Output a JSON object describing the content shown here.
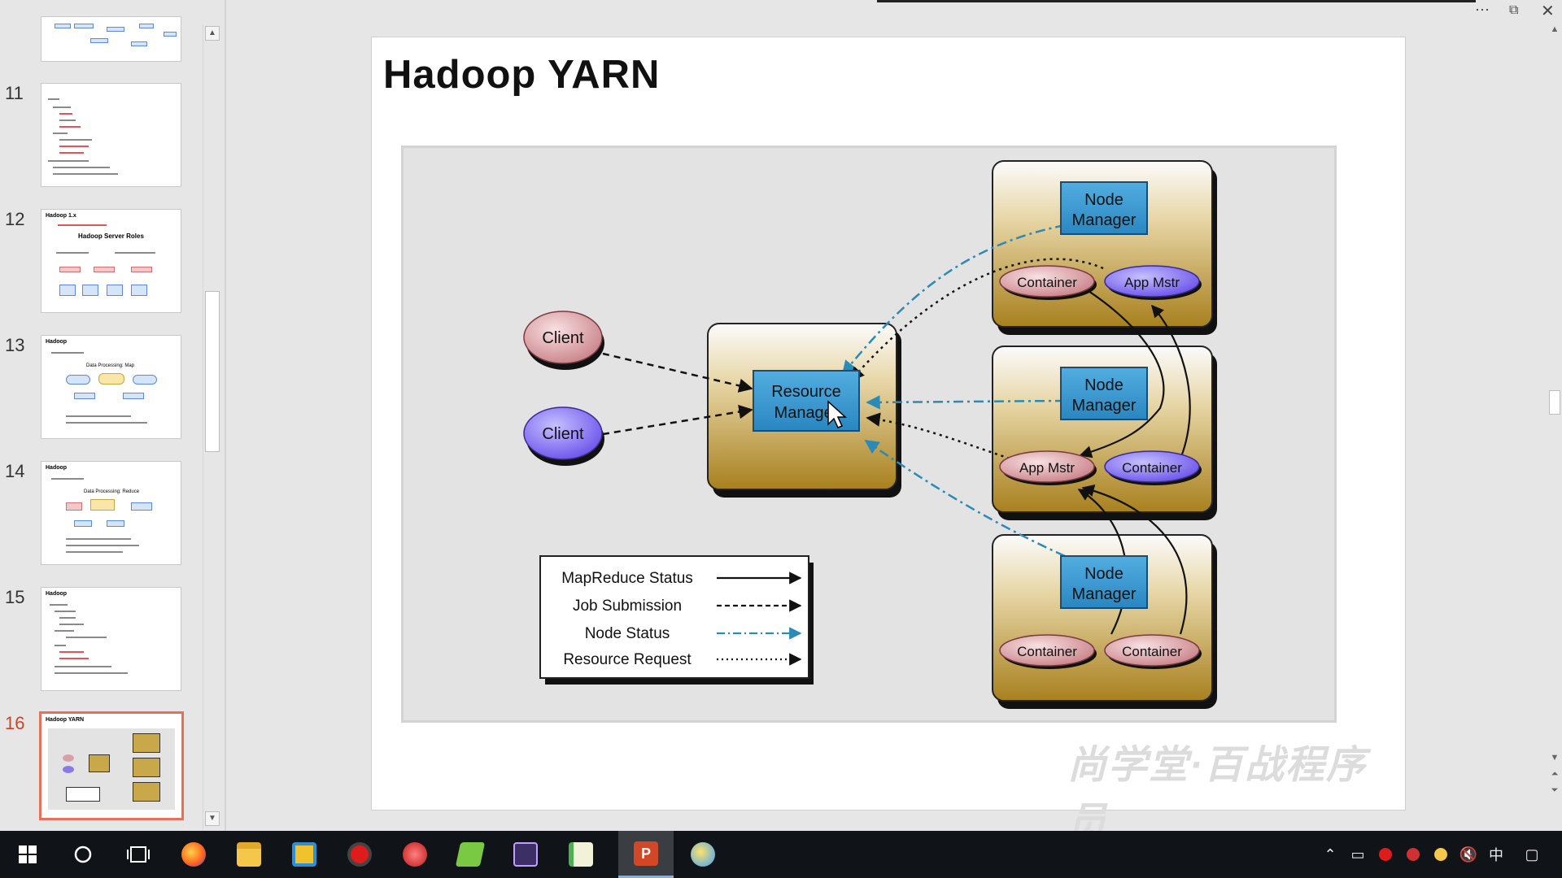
{
  "app": {
    "title": "Hadoop YARN",
    "accent": "#c4472b"
  },
  "thumbnails": [
    {
      "num": "",
      "title": "",
      "active": false
    },
    {
      "num": "11",
      "title": "",
      "active": false
    },
    {
      "num": "12",
      "title": "Hadoop 1.x",
      "subtitle": "Hadoop Server Roles",
      "active": false
    },
    {
      "num": "13",
      "title": "Hadoop",
      "subtitle": "Data Processing: Map",
      "active": false
    },
    {
      "num": "14",
      "title": "Hadoop",
      "subtitle": "Data Processing: Reduce",
      "active": false
    },
    {
      "num": "15",
      "title": "Hadoop",
      "active": false
    },
    {
      "num": "16",
      "title": "Hadoop YARN",
      "active": true
    }
  ],
  "slide": {
    "title": "Hadoop  YARN",
    "watermark": "尚学堂·百战程序员",
    "diagram": {
      "clients": [
        {
          "label": "Client",
          "color": "pink"
        },
        {
          "label": "Client",
          "color": "purple"
        }
      ],
      "resource_manager": {
        "line1": "Resource",
        "line2": "Manager"
      },
      "node_managers": [
        {
          "line1": "Node",
          "line2": "Manager",
          "slots": [
            "Container",
            "App Mstr"
          ]
        },
        {
          "line1": "Node",
          "line2": "Manager",
          "slots": [
            "App Mstr",
            "Container"
          ]
        },
        {
          "line1": "Node",
          "line2": "Manager",
          "slots": [
            "Container",
            "Container"
          ]
        }
      ],
      "legend": [
        {
          "label": "MapReduce Status",
          "style": "solid"
        },
        {
          "label": "Job Submission",
          "style": "dashed"
        },
        {
          "label": "Node Status",
          "style": "dashdot"
        },
        {
          "label": "Resource Request",
          "style": "dotted"
        }
      ]
    }
  },
  "taskbar": {
    "items": [
      "start-icon",
      "cortana-icon",
      "task-view-icon",
      "firefox-icon",
      "file-explorer-icon",
      "store-icon",
      "recorder-icon",
      "app-red-icon",
      "app-green-icon",
      "ide-icon",
      "notepad-icon",
      "powerpoint-icon",
      "chat-icon"
    ],
    "tray": [
      "chevron-up-icon",
      "battery-icon",
      "record-icon",
      "app-tray-icon",
      "weather-icon",
      "volume-muted-icon",
      "中",
      "notification-icon"
    ]
  }
}
